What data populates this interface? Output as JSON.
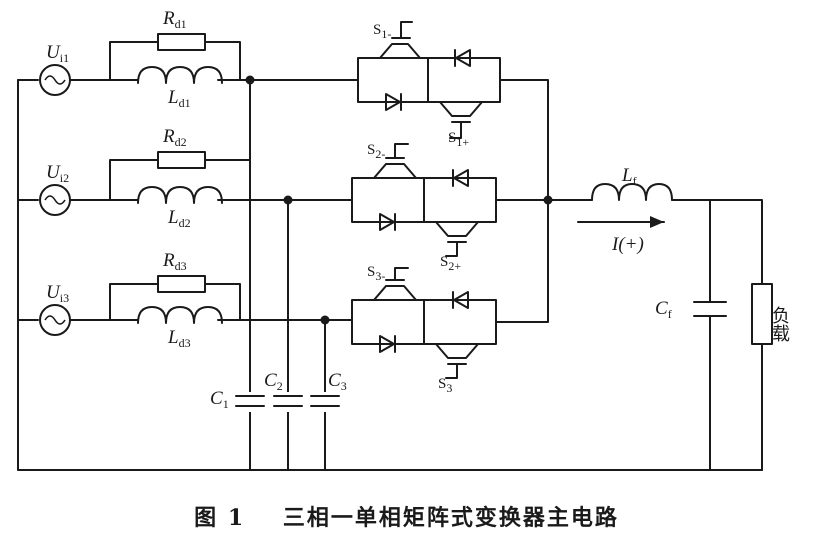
{
  "figure": {
    "caption_number": "图 1",
    "caption_title": "三相一单相矩阵式变换器主电路"
  },
  "sources": [
    {
      "U": "U",
      "sub": "i1"
    },
    {
      "U": "U",
      "sub": "i2"
    },
    {
      "U": "U",
      "sub": "i3"
    }
  ],
  "damping_resistors": [
    {
      "R": "R",
      "sub": "d1"
    },
    {
      "R": "R",
      "sub": "d2"
    },
    {
      "R": "R",
      "sub": "d3"
    }
  ],
  "input_inductors": [
    {
      "L": "L",
      "sub": "d1"
    },
    {
      "L": "L",
      "sub": "d2"
    },
    {
      "L": "L",
      "sub": "d3"
    }
  ],
  "capacitors": [
    {
      "C": "C",
      "sub": "1"
    },
    {
      "C": "C",
      "sub": "2"
    },
    {
      "C": "C",
      "sub": "3"
    }
  ],
  "switches": {
    "upper": [
      {
        "S": "S",
        "sub": "1-"
      },
      {
        "S": "S",
        "sub": "2-"
      },
      {
        "S": "S",
        "sub": "3-"
      }
    ],
    "lower": [
      {
        "S": "S",
        "sub": "1+"
      },
      {
        "S": "S",
        "sub": "2+"
      },
      {
        "S": "S",
        "sub": "3"
      }
    ]
  },
  "output": {
    "filter_inductor": {
      "L": "L",
      "sub": "f"
    },
    "filter_capacitor": {
      "C": "C",
      "sub": "f"
    },
    "current": "I(+)",
    "load": "负载"
  }
}
